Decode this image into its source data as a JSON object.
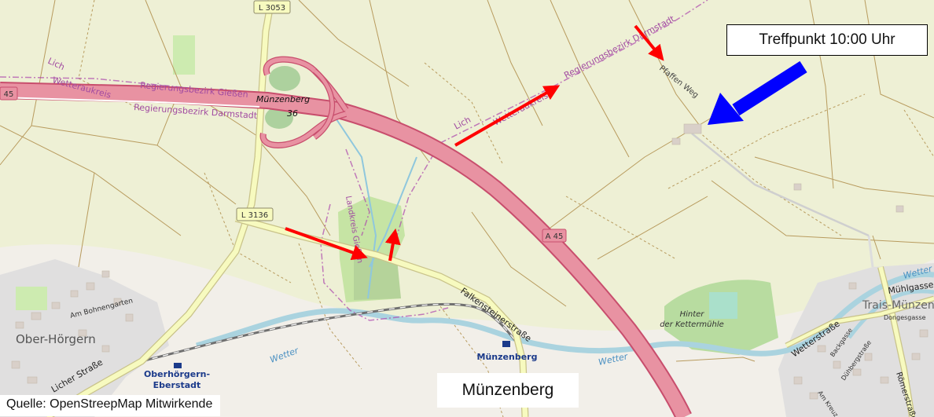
{
  "map": {
    "title": "",
    "callout": "Treffpunkt 10:00 Uhr",
    "town_box": "Münzenberg",
    "source": "Quelle: OpenStreepMap Mitwirkende",
    "labels": {
      "road_l3053": "L 3053",
      "road_l3136": "L 3136",
      "motorway_a45_left": "45",
      "motorway_a45": "A 45",
      "junction_name": "Münzenberg",
      "junction_number": "36",
      "district_giessen": "Regierungsbezirk Gießen",
      "district_darmstadt": "Regierungsbezirk Darmstadt",
      "district_darmstadt_2": "Regierungsbezirk Darmstadt",
      "lich_1": "Lich",
      "lich_2": "Lich",
      "wetteraukreis_1": "Wetteraukreis",
      "wetteraukreis_2": "Wetteraukreis",
      "landkreis_giessen": "Landkreis Gießen",
      "weg": "Pfaffen Weg",
      "falkensteinerstrasse": "Falkensteinerstraße",
      "muenzenberg_station": "Münzenberg",
      "oberhoergern": "Ober-Hörgern",
      "oberhoergern_station": "Oberhörgern-",
      "oberhoergern_station_2": "Eberstadt",
      "am_bohnengarten": "Am Bohnengarten",
      "licher_strasse": "Licher Straße",
      "hinter_der_kettermuehle_1": "Hinter",
      "hinter_der_kettermuehle_2": "der Kettermühle",
      "wetter_1": "Wetter",
      "wetter_2": "Wetter",
      "wetter_3": "Wetter",
      "trais_muenzenberg": "Trais-Münzenbe",
      "muehlgasse": "Mühlgasse",
      "dongesgasse": "Dongesgasse",
      "wetterstrasse": "Wetterstraße",
      "backgasse": "Backgasse",
      "duehbergstrasse": "Dühbergstraße",
      "am_kreuz": "Am Kreuz",
      "roemerstrasse": "Römerstraße"
    },
    "colors": {
      "background": "#f2efe9",
      "farmland": "#eef0d5",
      "meadow": "#cdebb0",
      "forest": "#add19e",
      "motorway": "#e892a2",
      "motorway_casing": "#c84e6d",
      "secondary_road": "#f7fabf",
      "track": "#996600",
      "water": "#aad3df",
      "boundary": "#ac46ac",
      "railway": "#707070",
      "route_arrow": "#ff0000",
      "meeting_arrow": "#0000ff"
    }
  }
}
